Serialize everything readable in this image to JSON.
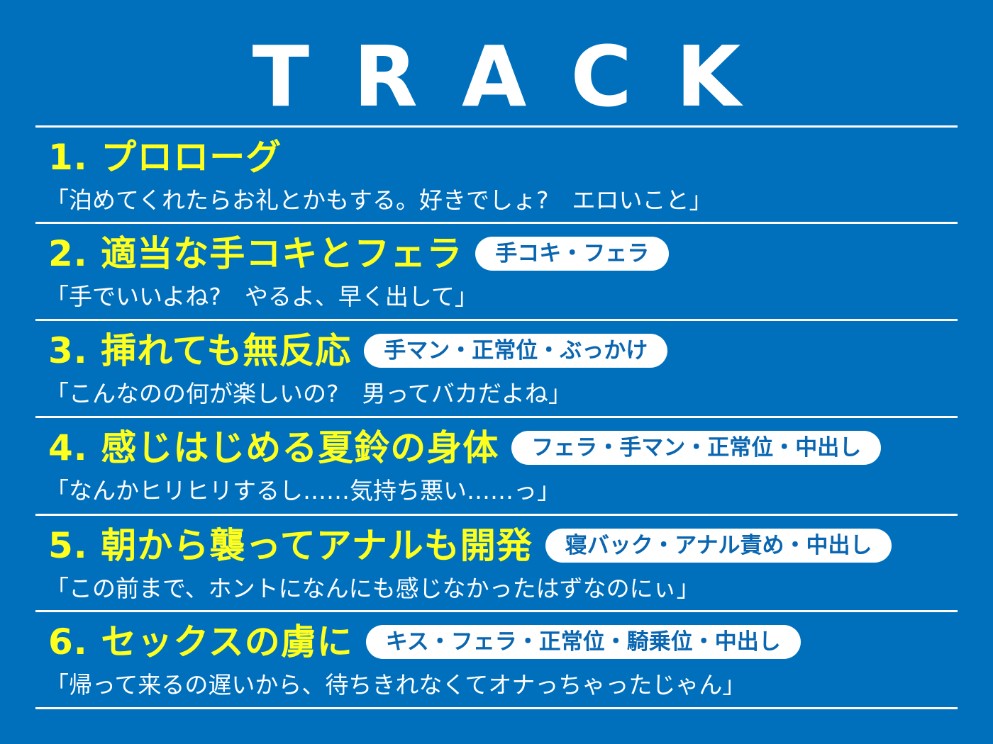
{
  "header": {
    "title": "TRACK"
  },
  "colors": {
    "background": "#0070BC",
    "track_title": "#FFFF1E",
    "quote": "#FFFFFF",
    "badge_bg": "#FFFFFF",
    "badge_text": "#0A66B0",
    "rule": "#FFFFFF"
  },
  "tracks": [
    {
      "title": "1. プロローグ",
      "badge": null,
      "quote": "「泊めてくれたらお礼とかもする。好きでしょ?　エロいこと」"
    },
    {
      "title": "2. 適当な手コキとフェラ",
      "badge": "手コキ・フェラ",
      "quote": "「手でいいよね?　やるよ、早く出して」"
    },
    {
      "title": "3. 挿れても無反応",
      "badge": "手マン・正常位・ぶっかけ",
      "quote": "「こんなのの何が楽しいの?　男ってバカだよね」"
    },
    {
      "title": "4. 感じはじめる夏鈴の身体",
      "badge": "フェラ・手マン・正常位・中出し",
      "quote": "「なんかヒリヒリするし……気持ち悪い……っ」"
    },
    {
      "title": "5. 朝から襲ってアナルも開発",
      "badge": "寝バック・アナル責め・中出し",
      "quote": "「この前まで、ホントになんにも感じなかったはずなのにぃ」"
    },
    {
      "title": "6. セックスの虜に",
      "badge": "キス・フェラ・正常位・騎乗位・中出し",
      "quote": "「帰って来るの遅いから、待ちきれなくてオナっちゃったじゃん」"
    }
  ]
}
